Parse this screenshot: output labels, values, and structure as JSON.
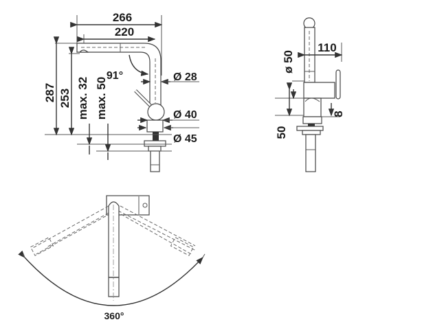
{
  "side_view": {
    "dim_total_width": "266",
    "dim_spout_reach": "220",
    "dim_total_height": "287",
    "dim_outlet_height": "253",
    "dim_max_worktop_1": "max. 32",
    "dim_max_worktop_2": "max. 50",
    "dim_angle": "91°",
    "dim_spout_diameter": "Ø 28",
    "dim_body_diameter": "Ø 40",
    "dim_base_diameter": "Ø 45"
  },
  "front_view": {
    "dim_depth": "110",
    "dim_body_diameter": "ø 50",
    "dim_base_height": "50",
    "dim_offset": "8"
  },
  "top_view": {
    "dim_rotation": "360°"
  }
}
